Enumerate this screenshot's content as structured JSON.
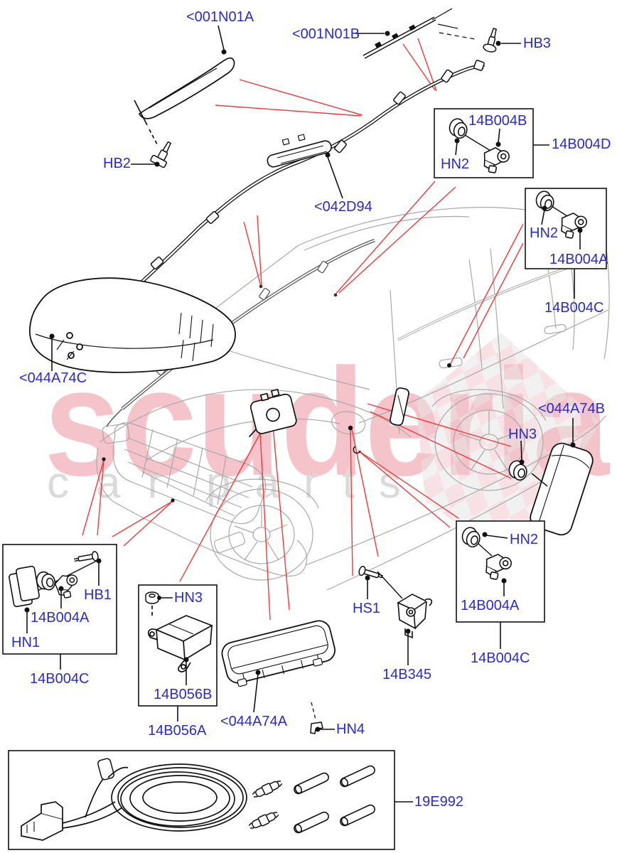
{
  "watermark": {
    "brand": "scuderia",
    "tagline_word1": "car",
    "tagline_word2": "parts"
  },
  "colors": {
    "label_blue": "#2a2ad2",
    "leader_red": "#ee3a3a",
    "drawing_black": "#111111",
    "car_outline_gray": "#a9a9a9",
    "watermark_pink": "#f5c4cb",
    "watermark_gray": "#dadada"
  },
  "labels": {
    "n001a": "<001N01A",
    "n001b": "<001N01B",
    "hb3": "HB3",
    "hb2": "HB2",
    "b14b004b": "14B004B",
    "hn2_box1": "HN2",
    "b14b004d": "14B004D",
    "d042d94": "<042D94",
    "hn2_box2": "HN2",
    "a14b004a_box2": "14B004A",
    "c14b004c_box2": "14B004C",
    "c044a74c": "<044A74C",
    "b044a74b": "<044A74B",
    "hn3_right": "HN3",
    "hn2_box3": "HN2",
    "a14b004a_box3": "14B004A",
    "c14b004c_box3": "14B004C",
    "hb1": "HB1",
    "a14b004a_box4": "14B004A",
    "hn1": "HN1",
    "c14b004c_box4": "14B004C",
    "hn3_box5": "HN3",
    "b14b056b": "14B056B",
    "b14b056a": "14B056A",
    "a044a74a": "<044A74A",
    "hn4": "HN4",
    "hs1": "HS1",
    "b14b345": "14B345",
    "e19e992": "19E992"
  }
}
